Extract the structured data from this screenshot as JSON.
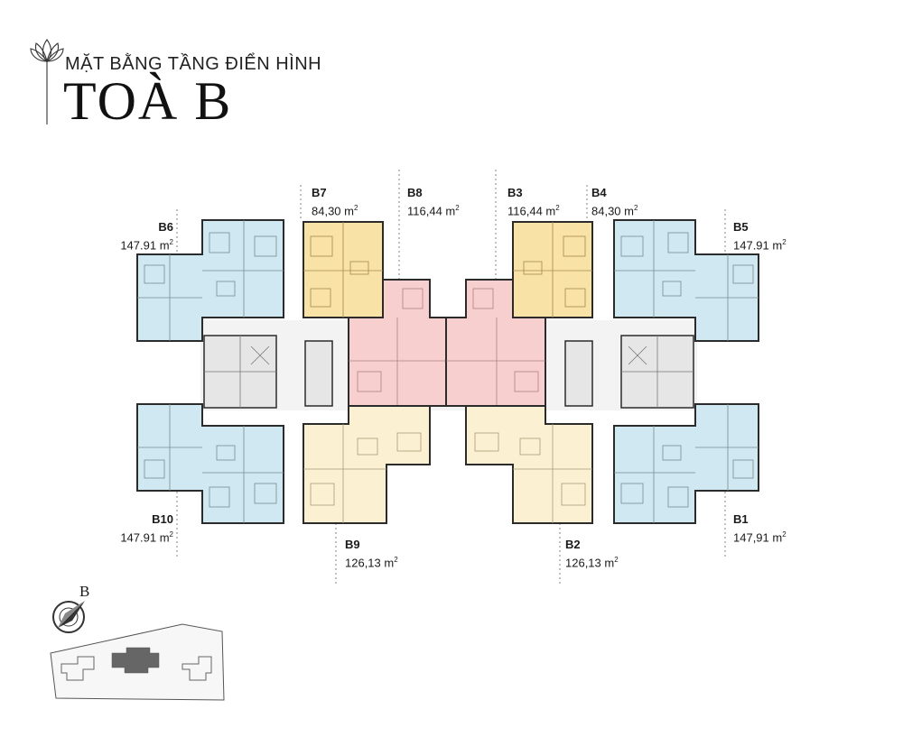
{
  "header": {
    "subtitle": "MẶT BẰNG TẦNG ĐIỂN HÌNH",
    "title": "TOÀ B"
  },
  "unit_unit": "m",
  "unit_unit_sup": "2",
  "units": [
    {
      "code": "B7",
      "area": "84,30"
    },
    {
      "code": "B8",
      "area": "116,44"
    },
    {
      "code": "B3",
      "area": "116,44"
    },
    {
      "code": "B4",
      "area": "84,30"
    },
    {
      "code": "B6",
      "area": "147.91"
    },
    {
      "code": "B5",
      "area": "147.91"
    },
    {
      "code": "B10",
      "area": "147.91"
    },
    {
      "code": "B1",
      "area": "147,91"
    },
    {
      "code": "B9",
      "area": "126,13"
    },
    {
      "code": "B2",
      "area": "126,13"
    }
  ],
  "compass": {
    "letter": "B"
  },
  "colors": {
    "blue_unit": "#cfe8f2",
    "yellow_unit": "#f9e2a6",
    "cream_unit": "#fbf1d2",
    "pink_unit": "#f7cfcf",
    "core": "#e6e6e6",
    "corridor": "#f2f2f2",
    "wall": "#2b2b2b"
  },
  "icons": {
    "logo": "lotus-icon",
    "compass": "compass-icon"
  }
}
